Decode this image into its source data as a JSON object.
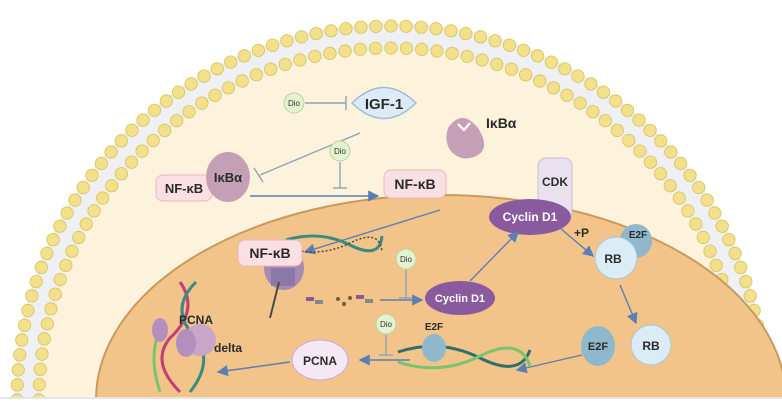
{
  "labels": {
    "dio": "Dio",
    "igf1": "IGF-1",
    "ikba": "IκBα",
    "nfkb": "NF-κB",
    "cdk": "CDK",
    "cyclin_d1": "Cyclin D1",
    "phospho": "+P",
    "e2f": "E2F",
    "rb": "RB",
    "pcna": "PCNA",
    "delta": "delta"
  },
  "colors": {
    "cytoplasm": "#fdf3dc",
    "nucleus": "#f2c48a",
    "lipid_head": "#f2e08a",
    "nfkb_box": "#fbe0e3",
    "ikba": "#c49fb5",
    "cdk": "#eae1ee",
    "cyclin": "#8a5a9e",
    "dio": "#e3f2cf",
    "rb": "#dcecf4",
    "e2f": "#8fb8cc"
  }
}
